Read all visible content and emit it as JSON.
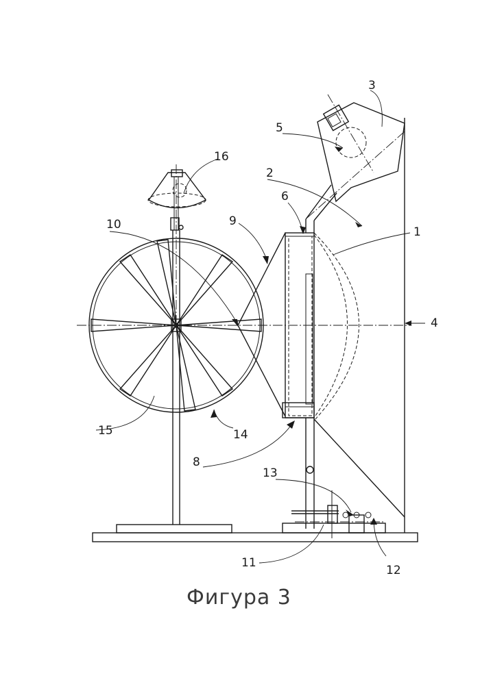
{
  "caption": "Фигура 3",
  "labels": {
    "l1": "1",
    "l2": "2",
    "l3": "3",
    "l4": "4",
    "l5": "5",
    "l6": "6",
    "l8": "8",
    "l9": "9",
    "l10": "10",
    "l11": "11",
    "l12": "12",
    "l13": "13",
    "l14": "14",
    "l15": "15",
    "l16": "16"
  }
}
